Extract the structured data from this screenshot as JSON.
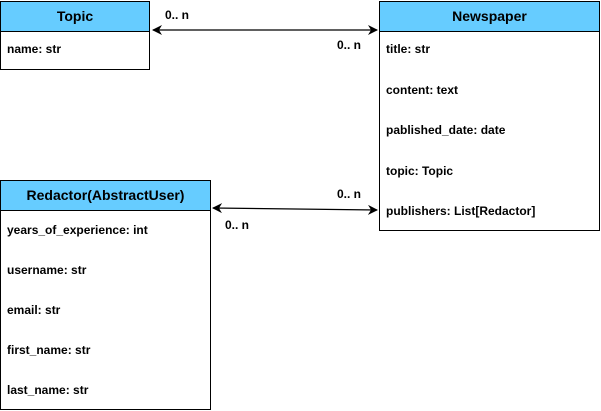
{
  "entities": {
    "topic": {
      "name": "Topic",
      "fields": [
        "name: str"
      ]
    },
    "newspaper": {
      "name": "Newspaper",
      "fields": [
        "title: str",
        "content: text",
        "pablished_date: date",
        "topic: Topic",
        "publishers: List[Redactor]"
      ]
    },
    "redactor": {
      "name": "Redactor(AbstractUser)",
      "fields": [
        "years_of_experience: int",
        "username: str",
        "email: str",
        "first_name: str",
        "last_name: str"
      ]
    }
  },
  "relations": [
    {
      "from": "Topic",
      "to": "Newspaper",
      "from_multiplicity": "0.. n",
      "to_multiplicity": "0.. n",
      "arrows": "both"
    },
    {
      "from": "Redactor(AbstractUser)",
      "to": "Newspaper",
      "from_multiplicity": "0.. n",
      "to_multiplicity": "0.. n",
      "arrows": "both"
    }
  ],
  "colors": {
    "header_fill": "#66ccff",
    "border": "#000000",
    "background": "#ffffff"
  }
}
